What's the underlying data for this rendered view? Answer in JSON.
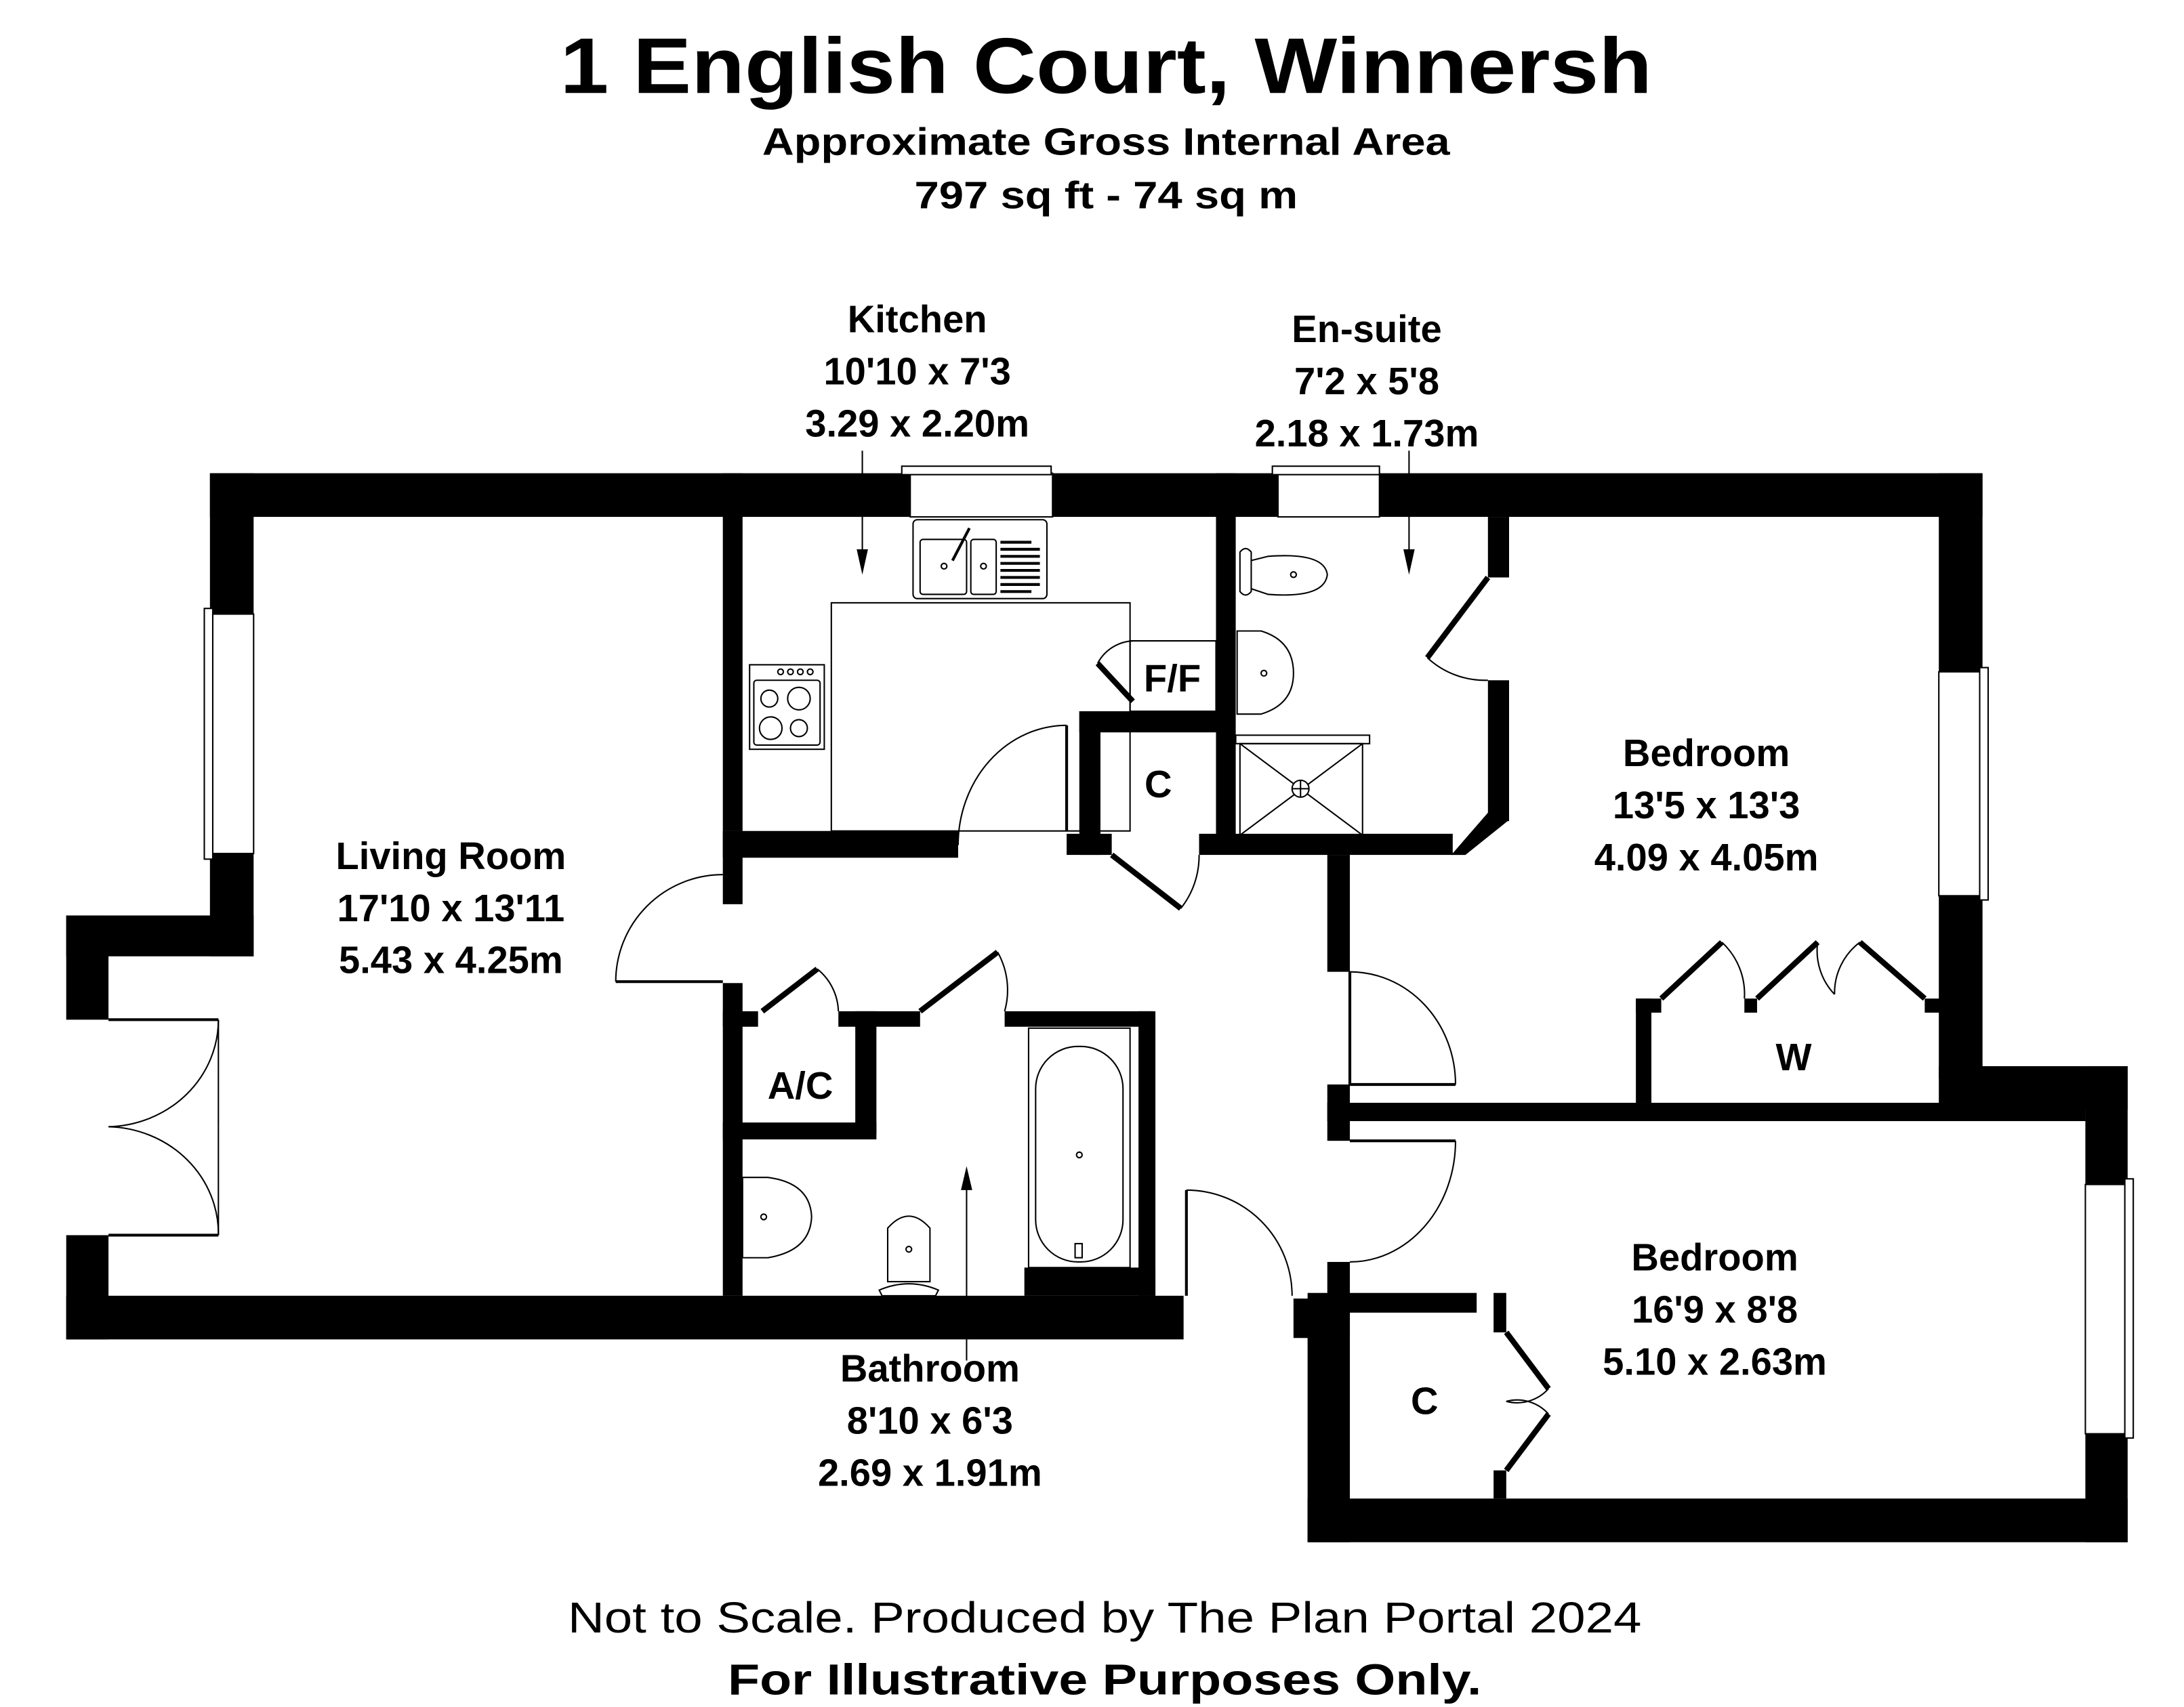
{
  "header": {
    "title": "1 English Court, Winnersh",
    "subtitle": "Approximate Gross Internal Area",
    "area": "797 sq ft - 74 sq m"
  },
  "rooms": {
    "kitchen": {
      "name": "Kitchen",
      "imperial": "10'10 x 7'3",
      "metric": "3.29 x 2.20m"
    },
    "ensuite": {
      "name": "En-suite",
      "imperial": "7'2 x 5'8",
      "metric": "2.18 x 1.73m"
    },
    "living_room": {
      "name": "Living Room",
      "imperial": "17'10 x 13'11",
      "metric": "5.43 x 4.25m"
    },
    "bedroom_1": {
      "name": "Bedroom",
      "imperial": "13'5 x 13'3",
      "metric": "4.09 x 4.05m"
    },
    "bedroom_2": {
      "name": "Bedroom",
      "imperial": "16'9 x 8'8",
      "metric": "5.10 x 2.63m"
    },
    "bathroom": {
      "name": "Bathroom",
      "imperial": "8'10 x 6'3",
      "metric": "2.69 x 1.91m"
    }
  },
  "storage_labels": {
    "fridge_freezer": "F/F",
    "cupboard_hall": "C",
    "airing_cupboard": "A/C",
    "wardrobe": "W",
    "cupboard_bedroom": "C"
  },
  "footer": {
    "disclaimer": "Not to Scale. Produced by The Plan Portal 2024",
    "notice": "For Illustrative Purposes Only."
  }
}
